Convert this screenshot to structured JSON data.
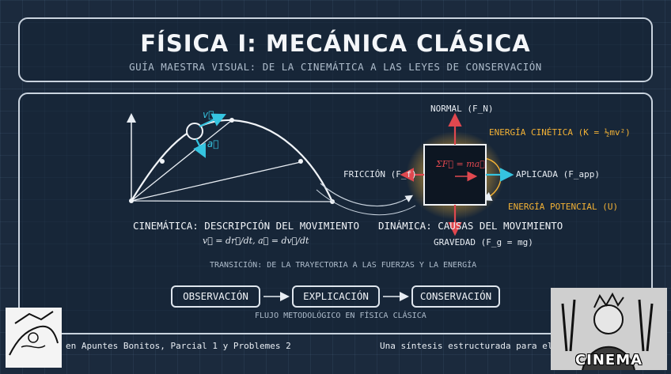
{
  "header": {
    "title": "FÍSICA I: MECÁNICA CLÁSICA",
    "subtitle": "GUÍA MAESTRA VISUAL: DE LA CINEMÁTICA A LAS LEYES DE CONSERVACIÓN"
  },
  "kinematics": {
    "velocity_symbol": "v⃗",
    "acceleration_symbol": "a⃗",
    "heading": "CINEMÁTICA: DESCRIPCIÓN DEL MOVIMIENTO",
    "formula": "v⃗ = dr⃗/dt, a⃗ = dv⃗/dt"
  },
  "dynamics": {
    "normal": "NORMAL (F_N)",
    "friction": "FRICCIÓN (F_f)",
    "applied": "APLICADA (F_app)",
    "gravity": "GRAVEDAD (F_g = mg)",
    "newton": "ΣF⃗ = ma⃗",
    "heading": "DINÁMICA: CAUSAS DEL MOVIMIENTO"
  },
  "energy": {
    "kinetic": "ENERGÍA CINÉTICA (K = ½mv²)",
    "potential": "ENERGÍA POTENCIAL (U)"
  },
  "transition": "TRANSICIÓN: DE LA TRAYECTORIA A LAS FUERZAS Y LA ENERGÍA",
  "flow": {
    "steps": [
      "OBSERVACIÓN",
      "EXPLICACIÓN",
      "CONSERVACIÓN"
    ],
    "caption": "FLUJO METODOLÓGICO EN FÍSICA CLÁSICA"
  },
  "footer": {
    "left": "en Apuntes Bonitos, Parcial 1 y Problemes 2",
    "right": "Una síntesis estructurada para el est"
  },
  "overlay": {
    "cinema": "CINEMA"
  },
  "colors": {
    "red": "#e0484f",
    "cyan": "#35c4e0",
    "orange": "#f2b135"
  }
}
